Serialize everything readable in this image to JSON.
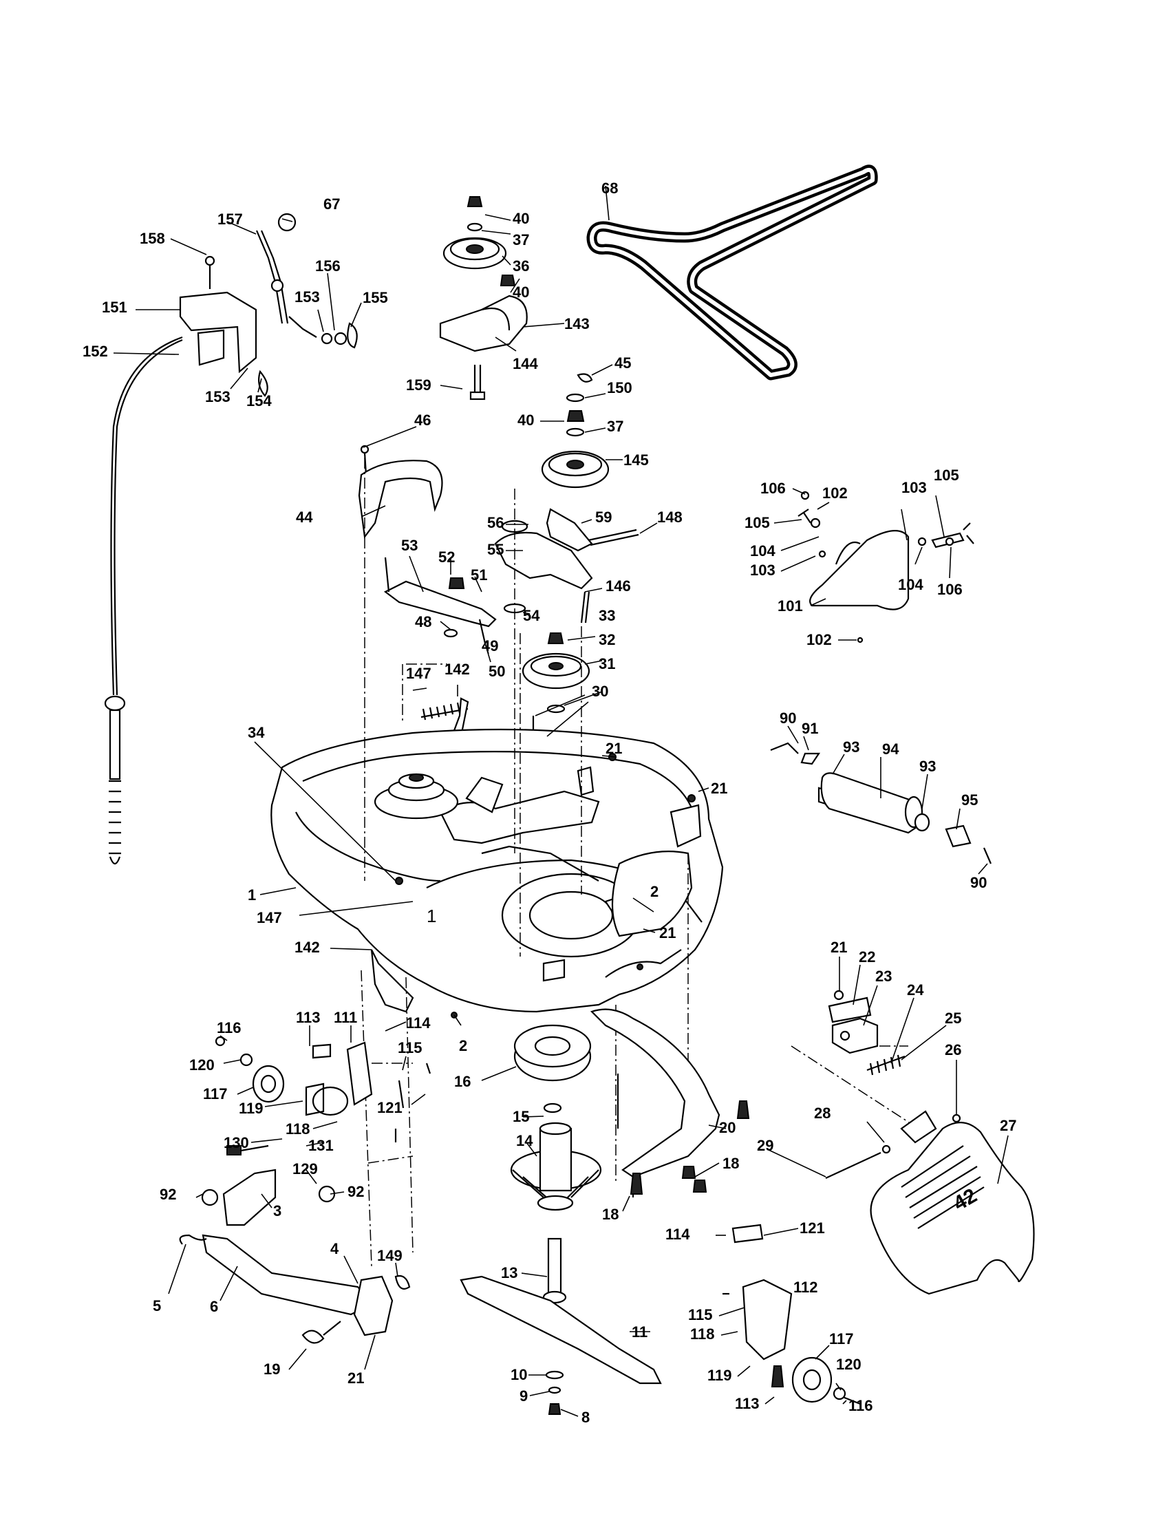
{
  "part_labels": [
    {
      "id": "67",
      "text": "67"
    },
    {
      "id": "157",
      "text": "157"
    },
    {
      "id": "158",
      "text": "158"
    },
    {
      "id": "156",
      "text": "156"
    },
    {
      "id": "151",
      "text": "151"
    },
    {
      "id": "153a",
      "text": "153"
    },
    {
      "id": "155",
      "text": "155"
    },
    {
      "id": "152",
      "text": "152"
    },
    {
      "id": "153b",
      "text": "153"
    },
    {
      "id": "154",
      "text": "154"
    },
    {
      "id": "40a",
      "text": "40"
    },
    {
      "id": "37a",
      "text": "37"
    },
    {
      "id": "36",
      "text": "36"
    },
    {
      "id": "40b",
      "text": "40"
    },
    {
      "id": "143",
      "text": "143"
    },
    {
      "id": "144",
      "text": "144"
    },
    {
      "id": "159",
      "text": "159"
    },
    {
      "id": "68",
      "text": "68"
    },
    {
      "id": "45",
      "text": "45"
    },
    {
      "id": "150",
      "text": "150"
    },
    {
      "id": "40c",
      "text": "40"
    },
    {
      "id": "37b",
      "text": "37"
    },
    {
      "id": "145",
      "text": "145"
    },
    {
      "id": "46",
      "text": "46"
    },
    {
      "id": "44",
      "text": "44"
    },
    {
      "id": "59",
      "text": "59"
    },
    {
      "id": "148",
      "text": "148"
    },
    {
      "id": "56",
      "text": "56"
    },
    {
      "id": "55",
      "text": "55"
    },
    {
      "id": "53",
      "text": "53"
    },
    {
      "id": "52",
      "text": "52"
    },
    {
      "id": "51",
      "text": "51"
    },
    {
      "id": "146",
      "text": "146"
    },
    {
      "id": "54",
      "text": "54"
    },
    {
      "id": "48",
      "text": "48"
    },
    {
      "id": "33",
      "text": "33"
    },
    {
      "id": "49",
      "text": "49"
    },
    {
      "id": "32",
      "text": "32"
    },
    {
      "id": "50",
      "text": "50"
    },
    {
      "id": "31",
      "text": "31"
    },
    {
      "id": "147a",
      "text": "147"
    },
    {
      "id": "142a",
      "text": "142"
    },
    {
      "id": "30",
      "text": "30"
    },
    {
      "id": "106a",
      "text": "106"
    },
    {
      "id": "102a",
      "text": "102"
    },
    {
      "id": "103a",
      "text": "103"
    },
    {
      "id": "105a",
      "text": "105"
    },
    {
      "id": "105b",
      "text": "105"
    },
    {
      "id": "104a",
      "text": "104"
    },
    {
      "id": "103b",
      "text": "103"
    },
    {
      "id": "104b",
      "text": "104"
    },
    {
      "id": "106b",
      "text": "106"
    },
    {
      "id": "101",
      "text": "101"
    },
    {
      "id": "102b",
      "text": "102"
    },
    {
      "id": "34",
      "text": "34"
    },
    {
      "id": "21a",
      "text": "21"
    },
    {
      "id": "21b",
      "text": "21"
    },
    {
      "id": "90a",
      "text": "90"
    },
    {
      "id": "91",
      "text": "91"
    },
    {
      "id": "93a",
      "text": "93"
    },
    {
      "id": "94",
      "text": "94"
    },
    {
      "id": "93b",
      "text": "93"
    },
    {
      "id": "95",
      "text": "95"
    },
    {
      "id": "90b",
      "text": "90"
    },
    {
      "id": "1",
      "text": "1"
    },
    {
      "id": "147b",
      "text": "147"
    },
    {
      "id": "2a",
      "text": "2"
    },
    {
      "id": "21c",
      "text": "21"
    },
    {
      "id": "142b",
      "text": "142"
    },
    {
      "id": "21d",
      "text": "21"
    },
    {
      "id": "22",
      "text": "22"
    },
    {
      "id": "23",
      "text": "23"
    },
    {
      "id": "24",
      "text": "24"
    },
    {
      "id": "25",
      "text": "25"
    },
    {
      "id": "26",
      "text": "26"
    },
    {
      "id": "113a",
      "text": "113"
    },
    {
      "id": "111",
      "text": "111"
    },
    {
      "id": "116a",
      "text": "116"
    },
    {
      "id": "114a",
      "text": "114"
    },
    {
      "id": "120a",
      "text": "120"
    },
    {
      "id": "115a",
      "text": "115"
    },
    {
      "id": "2b",
      "text": "2"
    },
    {
      "id": "117a",
      "text": "117"
    },
    {
      "id": "16",
      "text": "16"
    },
    {
      "id": "119a",
      "text": "119"
    },
    {
      "id": "121a",
      "text": "121"
    },
    {
      "id": "118a",
      "text": "118"
    },
    {
      "id": "130",
      "text": "130"
    },
    {
      "id": "131",
      "text": "131"
    },
    {
      "id": "15",
      "text": "15"
    },
    {
      "id": "20",
      "text": "20"
    },
    {
      "id": "28",
      "text": "28"
    },
    {
      "id": "27",
      "text": "27"
    },
    {
      "id": "29",
      "text": "29"
    },
    {
      "id": "14",
      "text": "14"
    },
    {
      "id": "18a",
      "text": "18"
    },
    {
      "id": "129",
      "text": "129"
    },
    {
      "id": "92a",
      "text": "92"
    },
    {
      "id": "92b",
      "text": "92"
    },
    {
      "id": "3",
      "text": "3"
    },
    {
      "id": "18b",
      "text": "18"
    },
    {
      "id": "121b",
      "text": "121"
    },
    {
      "id": "114b",
      "text": "114"
    },
    {
      "id": "4",
      "text": "4"
    },
    {
      "id": "149",
      "text": "149"
    },
    {
      "id": "13",
      "text": "13"
    },
    {
      "id": "5",
      "text": "5"
    },
    {
      "id": "6",
      "text": "6"
    },
    {
      "id": "112",
      "text": "112"
    },
    {
      "id": "115b",
      "text": "115"
    },
    {
      "id": "11",
      "text": "11"
    },
    {
      "id": "118b",
      "text": "118"
    },
    {
      "id": "117b",
      "text": "117"
    },
    {
      "id": "19",
      "text": "19"
    },
    {
      "id": "21e",
      "text": "21"
    },
    {
      "id": "10",
      "text": "10"
    },
    {
      "id": "119b",
      "text": "119"
    },
    {
      "id": "120b",
      "text": "120"
    },
    {
      "id": "9",
      "text": "9"
    },
    {
      "id": "113b",
      "text": "113"
    },
    {
      "id": "116b",
      "text": "116"
    },
    {
      "id": "8",
      "text": "8"
    }
  ],
  "deck_cover_marking": "42"
}
